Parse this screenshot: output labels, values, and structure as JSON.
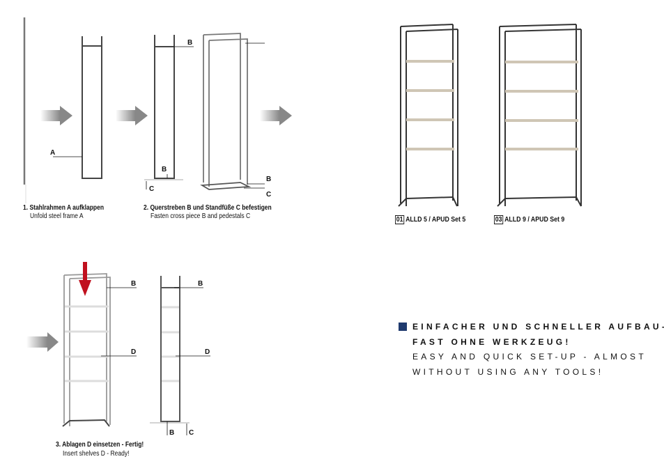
{
  "colors": {
    "accent": "#1f3a6e",
    "arrow_red": "#c0101e",
    "arrow_gray": "#8a8a8a"
  },
  "step1": {
    "title": "1. Stahlrahmen A aufklappen",
    "subtitle": "Unfold steel frame A",
    "labels": {
      "a": "A"
    }
  },
  "step2": {
    "title": "2. Querstreben B und Standfüße C befestigen",
    "subtitle": "Fasten cross piece B and pedestals C",
    "labels": {
      "b": "B",
      "c": "C"
    }
  },
  "step3": {
    "title": "3. Ablagen D einsetzen - Fertig!",
    "subtitle": "Insert shelves D - Ready!",
    "labels": {
      "b": "B",
      "c": "C",
      "d": "D"
    }
  },
  "products": [
    {
      "number": "01",
      "name": "ALLD 5 / APUD Set 5"
    },
    {
      "number": "03",
      "name": "ALLD 9 / APUD Set 9"
    }
  ],
  "headline": {
    "de_line1": "EINFACHER UND SCHNELLER AUFBAU-",
    "de_line2": "FAST OHNE WERKZEUG!",
    "en_line1": "EASY AND QUICK SET-UP - ALMOST",
    "en_line2": "WITHOUT USING ANY TOOLS!"
  }
}
